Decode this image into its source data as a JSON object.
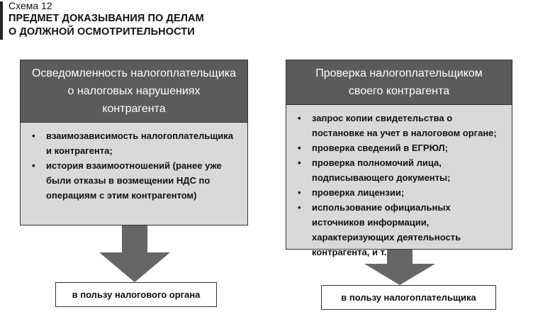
{
  "caption": "Схема 12",
  "title_lines": [
    "ПРЕДМЕТ ДОКАЗЫВАНИЯ ПО ДЕЛАМ",
    "О ДОЛЖНОЙ ОСМОТРИТЕЛЬНОСТИ"
  ],
  "left": {
    "header_lines": [
      "Осведомленность налогоплательщика",
      "о налоговых нарушениях",
      "контрагента"
    ],
    "items": [
      "взаимозависимость налогоплательщика и контрагента;",
      "история взаимоотношений (ранее уже были отказы в возмещении НДС по операциям с этим контрагентом)"
    ],
    "result": "в пользу налогового органа"
  },
  "right": {
    "header_lines": [
      "Проверка налогоплательщиком",
      "своего контрагента"
    ],
    "items": [
      "запрос копии свидетельства о постановке на учет в налоговом органе;",
      "проверка сведений в ЕГРЮЛ;",
      "проверка полномочий лица, подписывающего документы;",
      "проверка лицензии;",
      "использование официальных источников информации, характеризующих деятельность контрагента, и т. д."
    ],
    "result": "в пользу налогоплательщика"
  }
}
